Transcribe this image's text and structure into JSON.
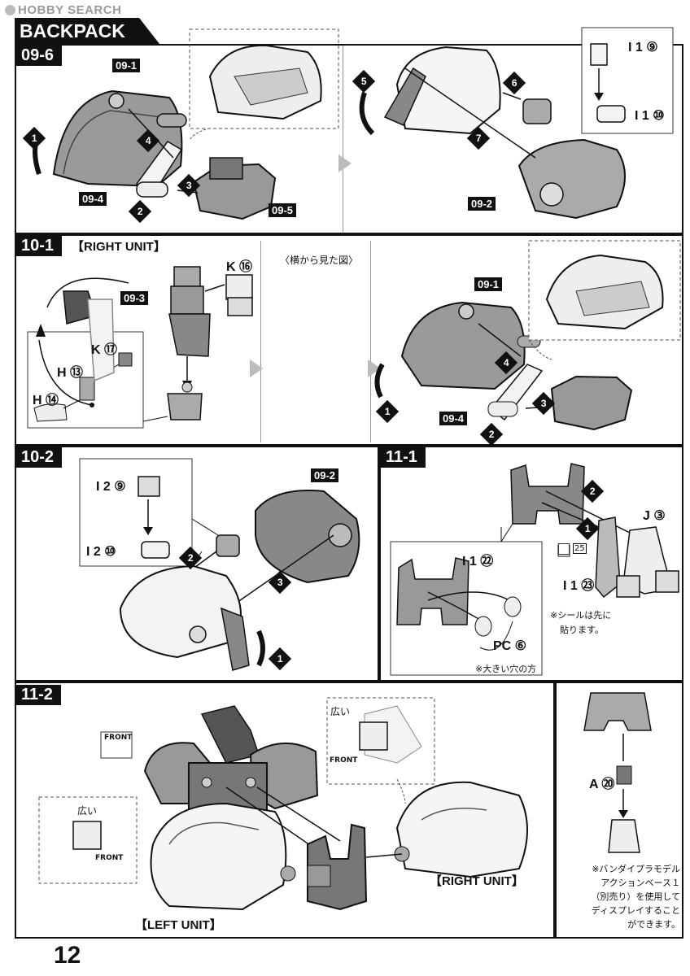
{
  "watermark": "HOBBY SEARCH",
  "title": "BACKPACK",
  "page_number": "12",
  "steps": {
    "s096": {
      "label": "09-6",
      "tags": {
        "t1": "09-1",
        "t4": "09-4",
        "t5": "09-5",
        "t2": "09-2"
      },
      "parts": {
        "i19": "I 1 ⑨",
        "i110": "I 1 ⑩"
      },
      "numbers": [
        "1",
        "2",
        "3",
        "4",
        "5",
        "6",
        "7"
      ]
    },
    "s101": {
      "label": "10-1",
      "unit": "【RIGHT UNIT】",
      "view_note": "〈横から見た図〉",
      "tags": {
        "t3": "09-3",
        "t1": "09-1",
        "t4": "09-4"
      },
      "parts": {
        "k16": "K ⑯",
        "k17": "K ⑰",
        "h13": "H ⑬",
        "h14": "H ⑭"
      },
      "numbers": [
        "1",
        "2",
        "3",
        "4"
      ]
    },
    "s102": {
      "label": "10-2",
      "tags": {
        "t2": "09-2"
      },
      "parts": {
        "i29": "I 2 ⑨",
        "i210": "I 2 ⑩"
      },
      "numbers": [
        "1",
        "2",
        "3"
      ]
    },
    "s111": {
      "label": "11-1",
      "parts": {
        "j3": "J ③",
        "i122": "I 1 ㉒",
        "i123": "I 1 ㉓",
        "pc6": "PC ⑥",
        "sticker": "25"
      },
      "note1": "※シールは先に",
      "note2": "貼ります。",
      "note3": "※大きい穴の方",
      "numbers": [
        "1",
        "2"
      ]
    },
    "s112": {
      "label": "11-2",
      "front": "FRONT",
      "wide": "広い",
      "right_unit": "【RIGHT UNIT】",
      "left_unit": "【LEFT UNIT】"
    },
    "display": {
      "part": "A ⑳",
      "lines": [
        "※バンダイプラモデル",
        "アクションベース１",
        "（別売り）を使用して",
        "ディスプレイすること",
        "ができます。"
      ]
    }
  }
}
